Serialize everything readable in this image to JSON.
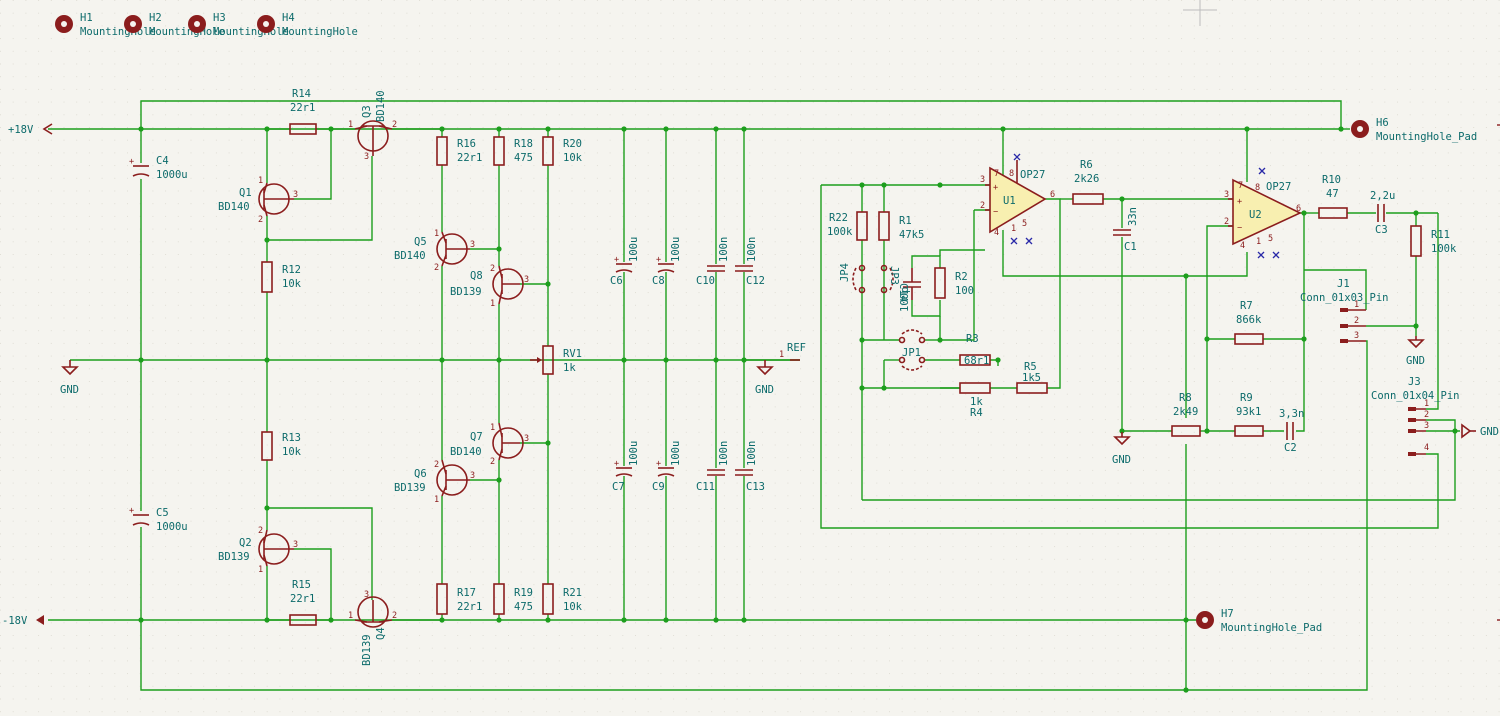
{
  "rails": {
    "pos": "+18V",
    "neg": "-18V",
    "ref": "REF",
    "gnd": "GND",
    "gnd_partial": "GND"
  },
  "holes": {
    "h1": {
      "ref": "H1",
      "value": "MountingHole"
    },
    "h2": {
      "ref": "H2",
      "value": "MountingHole"
    },
    "h3": {
      "ref": "H3",
      "value": "MountingHole"
    },
    "h4": {
      "ref": "H4",
      "value": "MountingHole"
    },
    "h6": {
      "ref": "H6",
      "value": "MountingHole_Pad"
    },
    "h7": {
      "ref": "H7",
      "value": "MountingHole_Pad"
    }
  },
  "res": {
    "r1": {
      "ref": "R1",
      "value": "47k5"
    },
    "r2": {
      "ref": "R2",
      "value": "100"
    },
    "r3": {
      "ref": "R3",
      "value": "68r1"
    },
    "r4": {
      "ref": "R4",
      "value": "1k"
    },
    "r5": {
      "ref": "R5",
      "value": "1k5"
    },
    "r6": {
      "ref": "R6",
      "value": "2k26"
    },
    "r7": {
      "ref": "R7",
      "value": "866k"
    },
    "r8": {
      "ref": "R8",
      "value": "2k49"
    },
    "r9": {
      "ref": "R9",
      "value": "93k1"
    },
    "r10": {
      "ref": "R10",
      "value": "47"
    },
    "r11": {
      "ref": "R11",
      "value": "100k"
    },
    "r12": {
      "ref": "R12",
      "value": "10k"
    },
    "r13": {
      "ref": "R13",
      "value": "10k"
    },
    "r14": {
      "ref": "R14",
      "value": "22r1"
    },
    "r15": {
      "ref": "R15",
      "value": "22r1"
    },
    "r16": {
      "ref": "R16",
      "value": "22r1"
    },
    "r17": {
      "ref": "R17",
      "value": "22r1"
    },
    "r18": {
      "ref": "R18",
      "value": "475"
    },
    "r19": {
      "ref": "R19",
      "value": "475"
    },
    "r20": {
      "ref": "R20",
      "value": "10k"
    },
    "r21": {
      "ref": "R21",
      "value": "10k"
    },
    "r22": {
      "ref": "R22",
      "value": "100k"
    }
  },
  "rv1": {
    "ref": "RV1",
    "value": "1k"
  },
  "caps": {
    "c1": {
      "ref": "C1",
      "value": "33n"
    },
    "c2": {
      "ref": "C2",
      "value": "3,3n"
    },
    "c3": {
      "ref": "C3",
      "value": "2,2u"
    },
    "c4": {
      "ref": "C4",
      "value": "1000u"
    },
    "c5": {
      "ref": "C5",
      "value": "1000u"
    },
    "c6": {
      "ref": "C6",
      "value": "100u"
    },
    "c7": {
      "ref": "C7",
      "value": "100u"
    },
    "c8": {
      "ref": "C8",
      "value": "100u"
    },
    "c9": {
      "ref": "C9",
      "value": "100u"
    },
    "c10": {
      "ref": "C10",
      "value": "100n"
    },
    "c11": {
      "ref": "C11",
      "value": "100n"
    },
    "c12": {
      "ref": "C12",
      "value": "100n"
    },
    "c13": {
      "ref": "C13",
      "value": "100n"
    },
    "c14": {
      "ref": "C14",
      "value": "100p"
    }
  },
  "trans": {
    "q1": {
      "ref": "Q1",
      "value": "BD140"
    },
    "q2": {
      "ref": "Q2",
      "value": "BD139"
    },
    "q3": {
      "ref": "Q3",
      "value": "BD140"
    },
    "q4": {
      "ref": "Q4",
      "value": "BD139"
    },
    "q5": {
      "ref": "Q5",
      "value": "BD140"
    },
    "q6": {
      "ref": "Q6",
      "value": "BD139"
    },
    "q7": {
      "ref": "Q7",
      "value": "BD140"
    },
    "q8": {
      "ref": "Q8",
      "value": "BD139"
    }
  },
  "ops": {
    "u1": {
      "ref": "U1",
      "value": "OP27"
    },
    "u2": {
      "ref": "U2",
      "value": "OP27"
    }
  },
  "jumpers": {
    "jp1": "JP1",
    "jp3": "JP3",
    "jp4": "JP4"
  },
  "conns": {
    "j1": {
      "ref": "J1",
      "value": "Conn_01x03_Pin"
    },
    "j3": {
      "ref": "J3",
      "value": "Conn_01x04_Pin"
    }
  },
  "ref_pin": "1"
}
